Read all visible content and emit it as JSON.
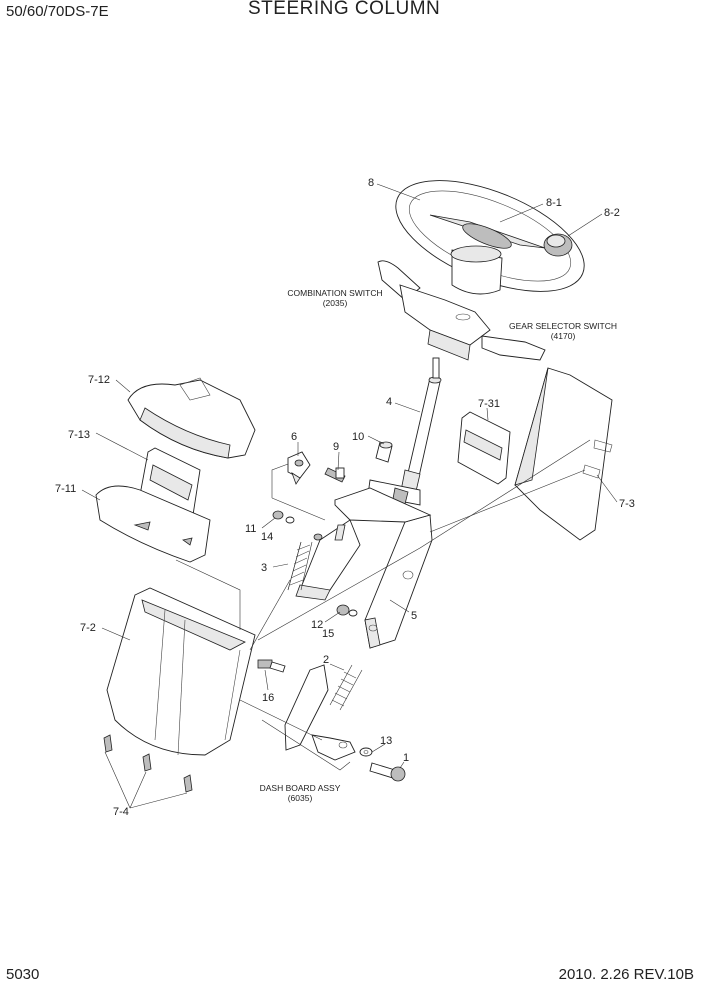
{
  "header": {
    "model": "50/60/70DS-7E",
    "title": "STEERING COLUMN"
  },
  "footer": {
    "page": "5030",
    "revision": "2010. 2.26 REV.10B"
  },
  "callouts": {
    "p8": "8",
    "p8_1": "8-1",
    "p8_2": "8-2",
    "p4": "4",
    "p10": "10",
    "p9": "9",
    "p6": "6",
    "p7_12": "7-12",
    "p7_13": "7-13",
    "p7_11": "7-11",
    "p7_31": "7-31",
    "p7_3": "7-3",
    "p11": "11",
    "p14": "14",
    "p3": "3",
    "p5": "5",
    "p12": "12",
    "p15": "15",
    "p2": "2",
    "p7_2": "7-2",
    "p16": "16",
    "p13": "13",
    "p1": "1",
    "p7_4": "7-4"
  },
  "notes": {
    "combination_switch": "COMBINATION SWITCH",
    "combination_switch_ref": "(2035)",
    "gear_selector_switch": "GEAR SELECTOR SWITCH",
    "gear_selector_switch_ref": "(4170)",
    "dash_board_assy": "DASH BOARD ASSY",
    "dash_board_assy_ref": "(6035)"
  }
}
